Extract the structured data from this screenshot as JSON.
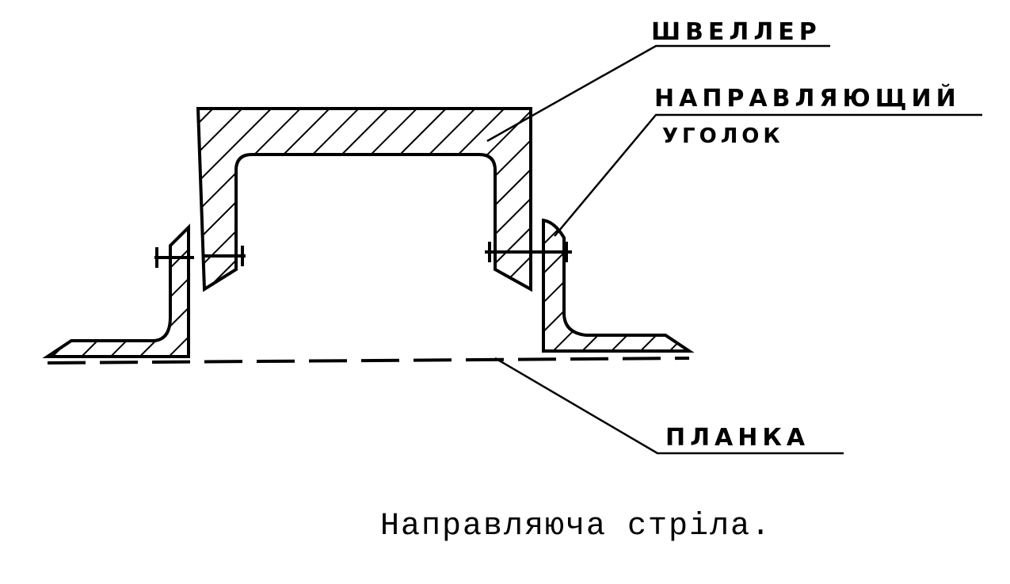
{
  "diagram": {
    "labels": {
      "channel": "ШВЕЛЛЕР",
      "guide_angle_line1": "НАПРАВЛЯЮЩИЙ",
      "guide_angle_line2": "УГОЛОК",
      "plate": "ПЛАНКА"
    },
    "caption": "Направляюча стріла."
  }
}
